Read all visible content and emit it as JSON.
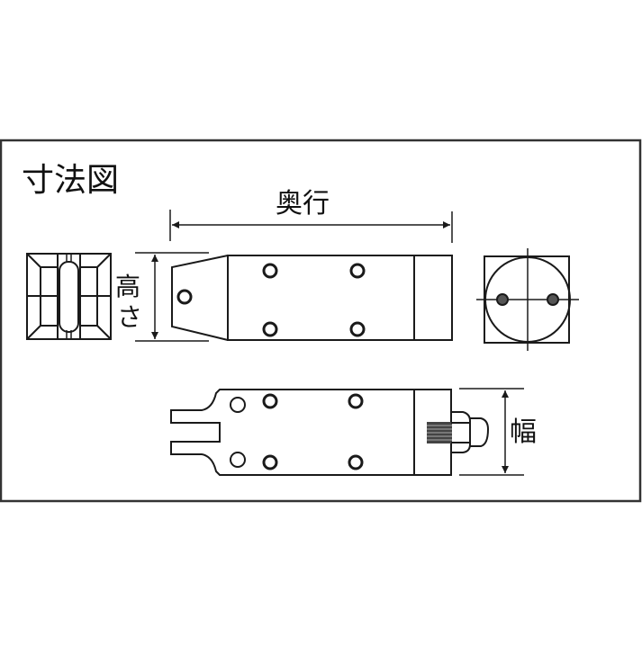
{
  "title": "寸法図",
  "dimensions": {
    "depth_label": "奥行",
    "height_label": "高さ",
    "height_label_chars": [
      "高",
      "さ"
    ],
    "width_label": "幅"
  },
  "views": [
    {
      "id": "end-view-left",
      "description": "left end view (grip jaws)"
    },
    {
      "id": "side-view",
      "description": "side elevation with depth dimension"
    },
    {
      "id": "end-view-right",
      "description": "right end view with circular body"
    },
    {
      "id": "top-view",
      "description": "plan view with width dimension"
    }
  ],
  "colors": {
    "line": "#1a1a1a",
    "background": "#ffffff",
    "frame": "#333333"
  }
}
